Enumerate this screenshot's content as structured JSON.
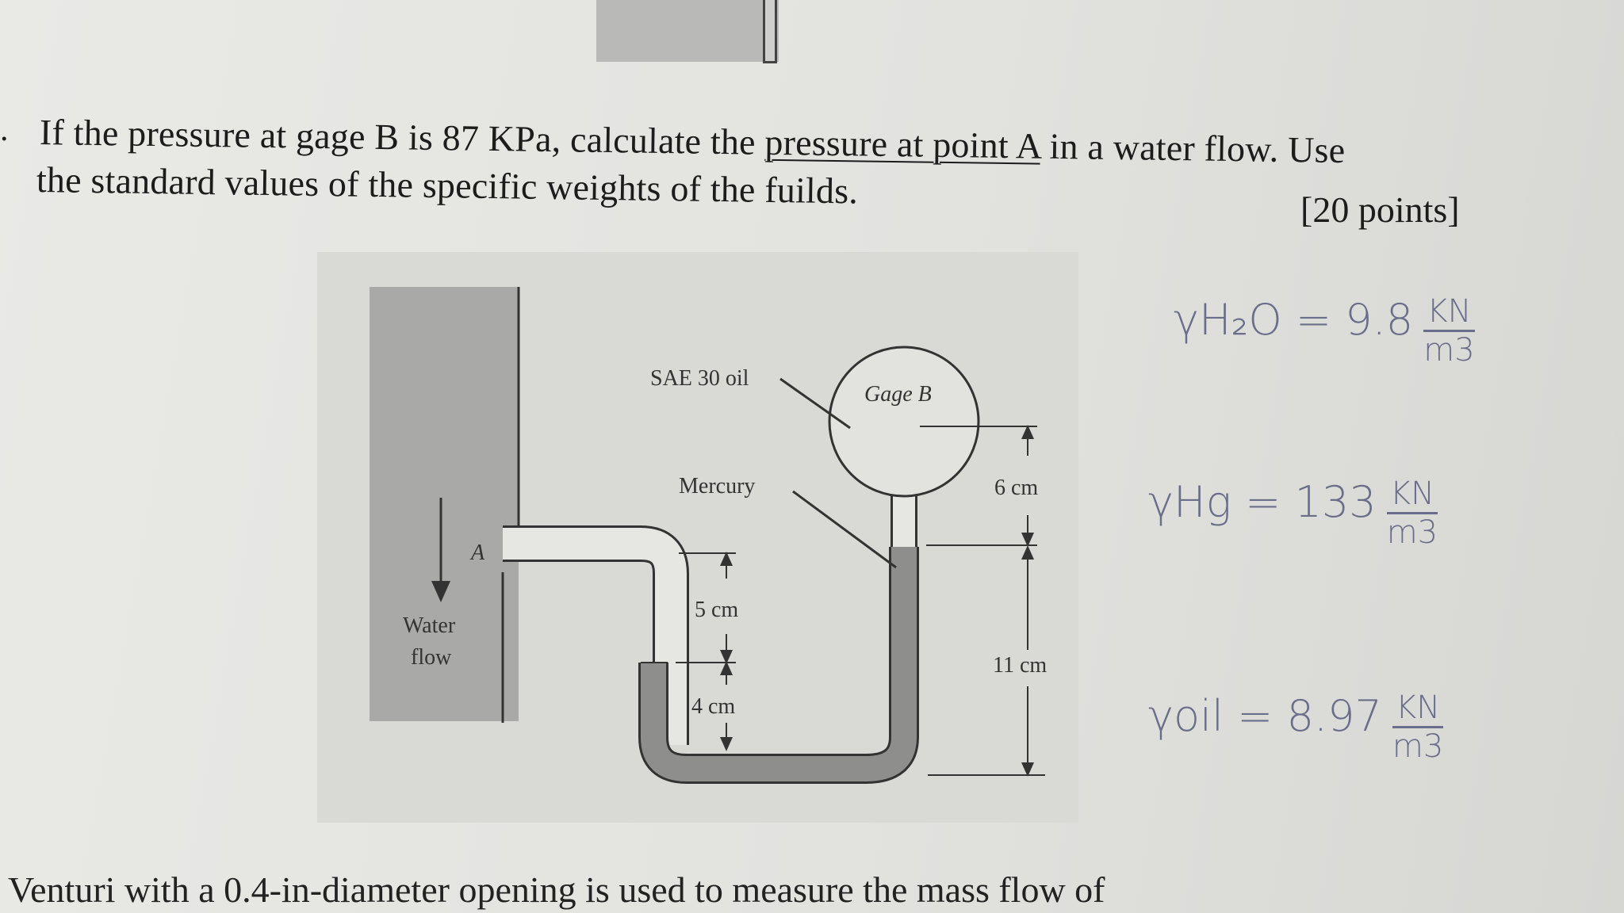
{
  "question": {
    "bullet": ".",
    "line1_pre": "If the pressure at gage B is 87 KPa, calculate the ",
    "line1_underlined": "pressure at point A",
    "line1_post": " in a water flow.  Use",
    "line2": "the standard values of the specific weights of the fuilds.",
    "points": "[20 points]"
  },
  "diagram": {
    "label_oil": "SAE 30 oil",
    "label_gage": "Gage B",
    "label_mercury": "Mercury",
    "label_a": "A",
    "label_water": "Water",
    "label_flow": "flow",
    "dim_5": "5 cm",
    "dim_4": "4 cm",
    "dim_6": "6 cm",
    "dim_11": "11 cm"
  },
  "handwriting": {
    "h2o": "γH₂O = 9.8",
    "h2o_num": "KN",
    "h2o_den": "m3",
    "hg": "γHg = 133",
    "hg_num": "KN",
    "hg_den": "m3",
    "oil": "γoil = 8.97",
    "oil_num": "KN",
    "oil_den": "m3"
  },
  "next_question": "Venturi with a 0.4-in-diameter opening is used to measure the mass flow of"
}
